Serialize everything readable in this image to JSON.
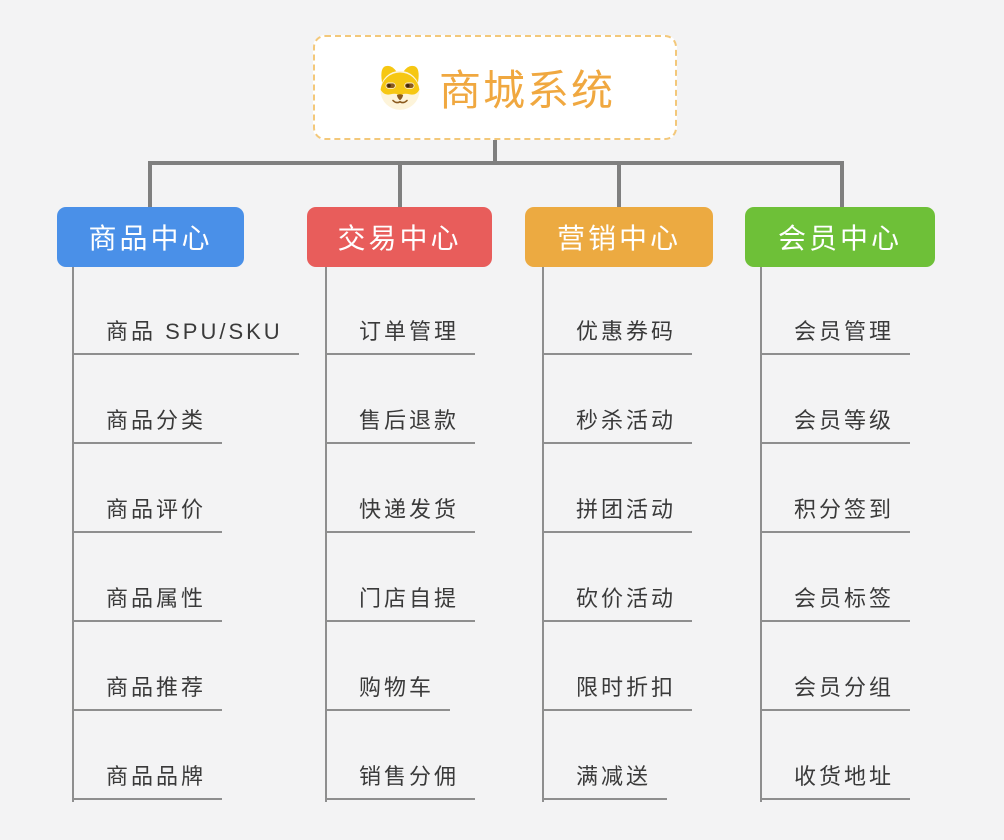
{
  "root": {
    "title": "商城系统",
    "icon": "shiba-dog-icon"
  },
  "branches": [
    {
      "id": "product-center",
      "label": "商品中心",
      "color": "#4a90e8",
      "items": [
        "商品 SPU/SKU",
        "商品分类",
        "商品评价",
        "商品属性",
        "商品推荐",
        "商品品牌"
      ]
    },
    {
      "id": "trade-center",
      "label": "交易中心",
      "color": "#e85d5b",
      "items": [
        "订单管理",
        "售后退款",
        "快递发货",
        "门店自提",
        "购物车",
        "销售分佣"
      ]
    },
    {
      "id": "marketing-center",
      "label": "营销中心",
      "color": "#ecaa41",
      "items": [
        "优惠券码",
        "秒杀活动",
        "拼团活动",
        "砍价活动",
        "限时折扣",
        "满减送"
      ]
    },
    {
      "id": "member-center",
      "label": "会员中心",
      "color": "#6ec038",
      "items": [
        "会员管理",
        "会员等级",
        "积分签到",
        "会员标签",
        "会员分组",
        "收货地址"
      ]
    }
  ],
  "colors": {
    "background": "#f3f3f4",
    "root_border": "#f3c87a",
    "root_text": "#f0a840",
    "connector": "#7f7f7f",
    "leaf_line": "#8e8e8e",
    "leaf_text": "#3a3a3a"
  }
}
